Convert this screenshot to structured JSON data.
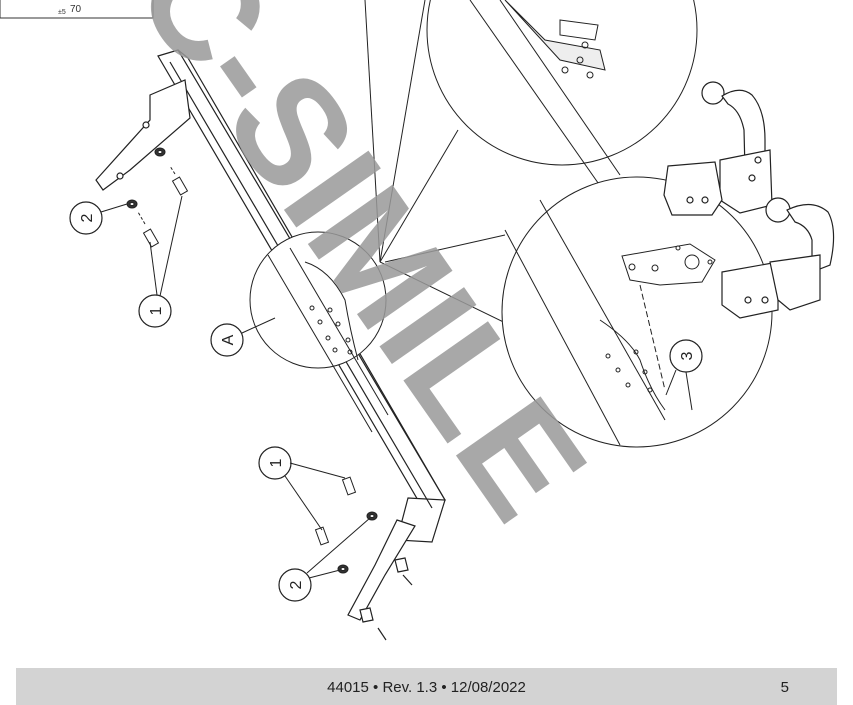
{
  "corner_box": {
    "value": "70",
    "sub": "±5"
  },
  "callouts": {
    "washer_left": "2",
    "bolt_left": "1",
    "detail_a": "A",
    "bolt_right": "1",
    "washer_right": "2",
    "bracket_detail": "3"
  },
  "watermark": {
    "text": "C-SIMILE"
  },
  "footer": {
    "reference": "44015 • Rev. 1.3 • 12/08/2022",
    "page_number": "5"
  }
}
